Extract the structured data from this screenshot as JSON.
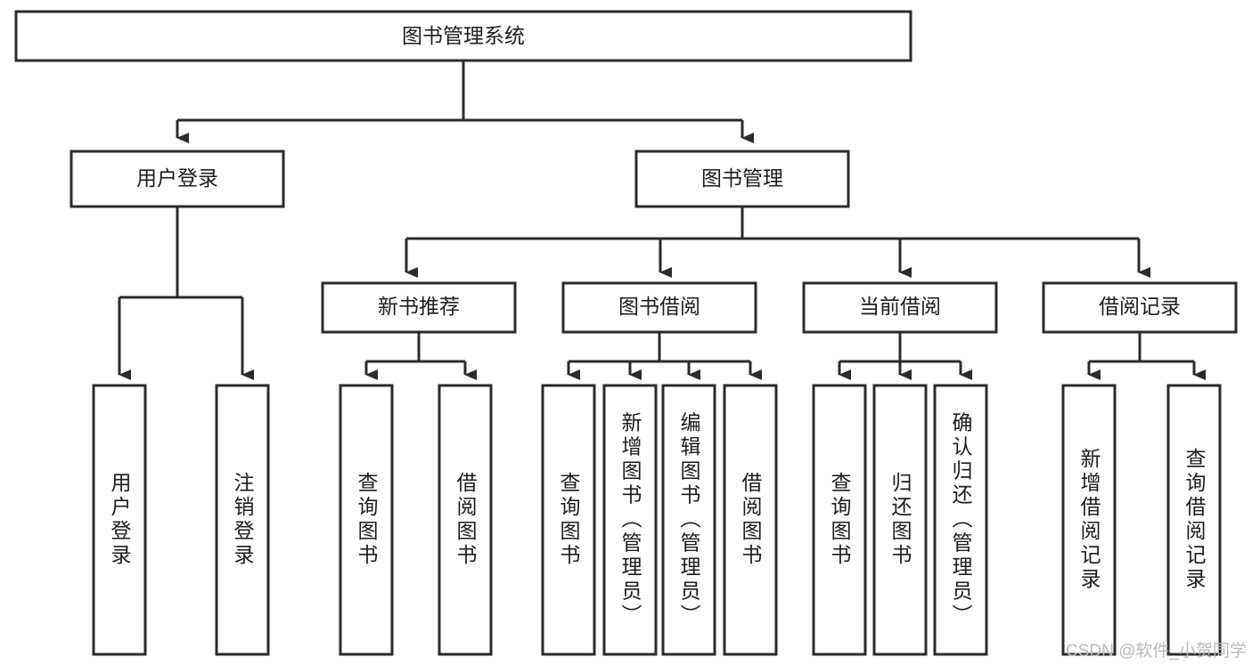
{
  "diagram": {
    "type": "hierarchy-tree",
    "title": "图书管理系统",
    "background_color": "#ffffff",
    "line_color": "#2b2b2b",
    "text_color": "#1d1d1d",
    "levels": 4,
    "root": {
      "id": "root",
      "label": "图书管理系统",
      "orientation": "horizontal"
    },
    "level2": [
      {
        "id": "user-login",
        "label": "用户登录",
        "orientation": "horizontal"
      },
      {
        "id": "book-management",
        "label": "图书管理",
        "orientation": "horizontal"
      }
    ],
    "level3": [
      {
        "id": "new-book-recommend",
        "label": "新书推荐",
        "orientation": "horizontal",
        "parent": "book-management"
      },
      {
        "id": "book-borrow",
        "label": "图书借阅",
        "orientation": "horizontal",
        "parent": "book-management"
      },
      {
        "id": "current-borrow",
        "label": "当前借阅",
        "orientation": "horizontal",
        "parent": "book-management"
      },
      {
        "id": "borrow-record",
        "label": "借阅记录",
        "orientation": "horizontal",
        "parent": "book-management"
      }
    ],
    "leaves": [
      {
        "id": "leaf-user-login",
        "label": "用户登录",
        "orientation": "vertical",
        "parent": "user-login"
      },
      {
        "id": "leaf-user-logout",
        "label": "注销登录",
        "orientation": "vertical",
        "parent": "user-login"
      },
      {
        "id": "leaf-query-book-1",
        "label": "查询图书",
        "orientation": "vertical",
        "parent": "new-book-recommend"
      },
      {
        "id": "leaf-borrow-book-1",
        "label": "借阅图书",
        "orientation": "vertical",
        "parent": "new-book-recommend"
      },
      {
        "id": "leaf-query-book-2",
        "label": "查询图书",
        "orientation": "vertical",
        "parent": "book-borrow"
      },
      {
        "id": "leaf-add-book",
        "label": "新增图书（管理员）",
        "orientation": "vertical",
        "parent": "book-borrow"
      },
      {
        "id": "leaf-edit-book",
        "label": "编辑图书（管理员）",
        "orientation": "vertical",
        "parent": "book-borrow"
      },
      {
        "id": "leaf-borrow-book-2",
        "label": "借阅图书",
        "orientation": "vertical",
        "parent": "book-borrow"
      },
      {
        "id": "leaf-query-book-3",
        "label": "查询图书",
        "orientation": "vertical",
        "parent": "current-borrow"
      },
      {
        "id": "leaf-return-book",
        "label": "归还图书",
        "orientation": "vertical",
        "parent": "current-borrow"
      },
      {
        "id": "leaf-confirm-return",
        "label": "确认归还（管理员）",
        "orientation": "vertical",
        "parent": "current-borrow"
      },
      {
        "id": "leaf-add-record",
        "label": "新增借阅记录",
        "orientation": "vertical",
        "parent": "borrow-record"
      },
      {
        "id": "leaf-query-record",
        "label": "查询借阅记录",
        "orientation": "vertical",
        "parent": "borrow-record"
      }
    ]
  },
  "watermark": {
    "text": "CSDN @软件_小贺同学"
  }
}
